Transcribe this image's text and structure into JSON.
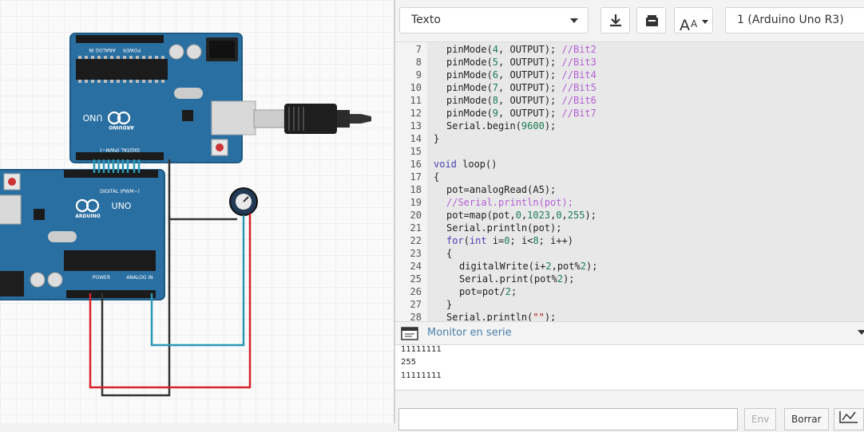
{
  "toolbar": {
    "mode_value": "Texto",
    "board_value": "1 (Arduino Uno R3)",
    "download_icon": "download-icon",
    "library_icon": "library-icon",
    "font_size_icon": "font-size-icon"
  },
  "boards": {
    "top": {
      "brand": "ARDUINO",
      "model": "UNO",
      "digital_label": "DIGITAL (PWM~)",
      "power_label": "POWER",
      "analog_label": "ANALOG IN"
    },
    "bottom": {
      "brand": "ARDUINO",
      "model": "UNO",
      "digital_label": "DIGITAL (PWM~)",
      "power_label": "POWER",
      "analog_label": "ANALOG IN"
    }
  },
  "colors": {
    "board": "#2a6fa1",
    "wire_red": "#d7232b",
    "wire_black": "#333333",
    "wire_blue": "#2a98b5",
    "code_bg": "#e8e8e8"
  },
  "code": {
    "lines": [
      {
        "n": "7",
        "indent": 1,
        "parts": [
          [
            "t",
            "pinMode("
          ],
          [
            "n",
            "4"
          ],
          [
            "t",
            ", OUTPUT); "
          ],
          [
            "c",
            "//Bit2"
          ]
        ]
      },
      {
        "n": "8",
        "indent": 1,
        "parts": [
          [
            "t",
            "pinMode("
          ],
          [
            "n",
            "5"
          ],
          [
            "t",
            ", OUTPUT); "
          ],
          [
            "c",
            "//Bit3"
          ]
        ]
      },
      {
        "n": "9",
        "indent": 1,
        "parts": [
          [
            "t",
            "pinMode("
          ],
          [
            "n",
            "6"
          ],
          [
            "t",
            ", OUTPUT); "
          ],
          [
            "c",
            "//Bit4"
          ]
        ]
      },
      {
        "n": "10",
        "indent": 1,
        "parts": [
          [
            "t",
            "pinMode("
          ],
          [
            "n",
            "7"
          ],
          [
            "t",
            ", OUTPUT); "
          ],
          [
            "c",
            "//Bit5"
          ]
        ]
      },
      {
        "n": "11",
        "indent": 1,
        "parts": [
          [
            "t",
            "pinMode("
          ],
          [
            "n",
            "8"
          ],
          [
            "t",
            ", OUTPUT); "
          ],
          [
            "c",
            "//Bit6"
          ]
        ]
      },
      {
        "n": "12",
        "indent": 1,
        "parts": [
          [
            "t",
            "pinMode("
          ],
          [
            "n",
            "9"
          ],
          [
            "t",
            ", OUTPUT); "
          ],
          [
            "c",
            "//Bit7"
          ]
        ]
      },
      {
        "n": "13",
        "indent": 1,
        "parts": [
          [
            "t",
            "Serial.begin("
          ],
          [
            "n",
            "9600"
          ],
          [
            "t",
            ");"
          ]
        ]
      },
      {
        "n": "14",
        "indent": 0,
        "parts": [
          [
            "t",
            "}"
          ]
        ]
      },
      {
        "n": "15",
        "indent": 0,
        "parts": []
      },
      {
        "n": "16",
        "indent": 0,
        "parts": [
          [
            "k",
            "void"
          ],
          [
            "t",
            " loop()"
          ]
        ]
      },
      {
        "n": "17",
        "indent": 0,
        "parts": [
          [
            "t",
            "{"
          ]
        ]
      },
      {
        "n": "18",
        "indent": 1,
        "parts": [
          [
            "t",
            "pot=analogRead(A5);"
          ]
        ]
      },
      {
        "n": "19",
        "indent": 1,
        "parts": [
          [
            "c",
            "//Serial.println(pot);"
          ]
        ]
      },
      {
        "n": "20",
        "indent": 1,
        "parts": [
          [
            "t",
            "pot=map(pot,"
          ],
          [
            "n",
            "0"
          ],
          [
            "t",
            ","
          ],
          [
            "n",
            "1023"
          ],
          [
            "t",
            ","
          ],
          [
            "n",
            "0"
          ],
          [
            "t",
            ","
          ],
          [
            "n",
            "255"
          ],
          [
            "t",
            ");"
          ]
        ]
      },
      {
        "n": "21",
        "indent": 1,
        "parts": [
          [
            "t",
            "Serial.println(pot);"
          ]
        ]
      },
      {
        "n": "22",
        "indent": 1,
        "parts": [
          [
            "k",
            "for"
          ],
          [
            "t",
            "("
          ],
          [
            "k",
            "int"
          ],
          [
            "t",
            " i="
          ],
          [
            "n",
            "0"
          ],
          [
            "t",
            "; i<"
          ],
          [
            "n",
            "8"
          ],
          [
            "t",
            "; i++)"
          ]
        ]
      },
      {
        "n": "23",
        "indent": 1,
        "parts": [
          [
            "t",
            "{"
          ]
        ]
      },
      {
        "n": "24",
        "indent": 2,
        "parts": [
          [
            "t",
            "digitalWrite(i+"
          ],
          [
            "n",
            "2"
          ],
          [
            "t",
            ",pot%"
          ],
          [
            "n",
            "2"
          ],
          [
            "t",
            ");"
          ]
        ]
      },
      {
        "n": "25",
        "indent": 2,
        "parts": [
          [
            "t",
            "Serial.print(pot%"
          ],
          [
            "n",
            "2"
          ],
          [
            "t",
            ");"
          ]
        ]
      },
      {
        "n": "26",
        "indent": 2,
        "parts": [
          [
            "t",
            "pot=pot/"
          ],
          [
            "n",
            "2"
          ],
          [
            "t",
            ";"
          ]
        ]
      },
      {
        "n": "27",
        "indent": 1,
        "parts": [
          [
            "t",
            "}"
          ]
        ]
      },
      {
        "n": "28",
        "indent": 1,
        "parts": [
          [
            "t",
            "Serial.println("
          ],
          [
            "s",
            "\"\""
          ],
          [
            "t",
            ");"
          ]
        ]
      }
    ]
  },
  "monitor": {
    "title": "Monitor en serie",
    "output": [
      "11111111",
      "255",
      "11111111"
    ],
    "send_button": "Env",
    "clear_button": "Borrar"
  }
}
